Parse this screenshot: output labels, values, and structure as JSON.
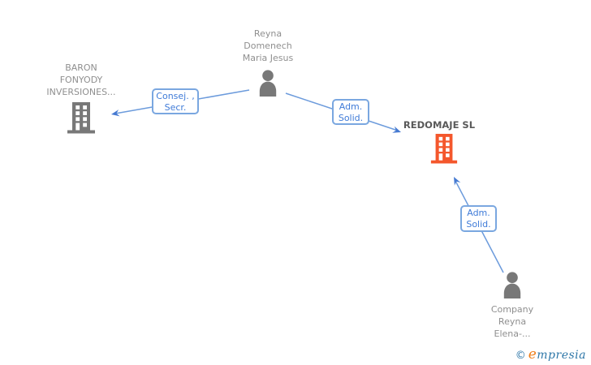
{
  "colors": {
    "background": "#ffffff",
    "edge_line": "#6c9bdc",
    "edge_arrow": "#4579d1",
    "edge_box_border": "#7aa7e0",
    "edge_label_text": "#3f7bd8",
    "node_icon_gray": "#787878",
    "node_label_gray": "#8f8f8f",
    "highlight_node_text": "#595959",
    "highlight_node_icon": "#f4572c",
    "watermark_blue": "#2e77a8",
    "watermark_orange": "#ef7f1a"
  },
  "nodes": {
    "person_top": {
      "type": "person",
      "lines": [
        "Reyna",
        "Domenech",
        "Maria Jesus"
      ]
    },
    "company_left": {
      "type": "company",
      "lines": [
        "BARON",
        "FONYODY",
        "INVERSIONES..."
      ]
    },
    "company_main": {
      "type": "company",
      "label": "REDOMAJE SL"
    },
    "person_bottom": {
      "type": "person",
      "lines": [
        "Company",
        "Reyna",
        "Elena-..."
      ]
    }
  },
  "edges": [
    {
      "source": "person_top",
      "target": "company_left",
      "label_lines": [
        "Consej. ,",
        "Secr."
      ]
    },
    {
      "source": "person_top",
      "target": "company_main",
      "label_lines": [
        "Adm.",
        "Solid."
      ]
    },
    {
      "source": "person_bottom",
      "target": "company_main",
      "label_lines": [
        "Adm.",
        "Solid."
      ]
    }
  ],
  "watermark": {
    "copyright": "©",
    "brand_initial": "e",
    "brand_rest": "mpresia"
  }
}
